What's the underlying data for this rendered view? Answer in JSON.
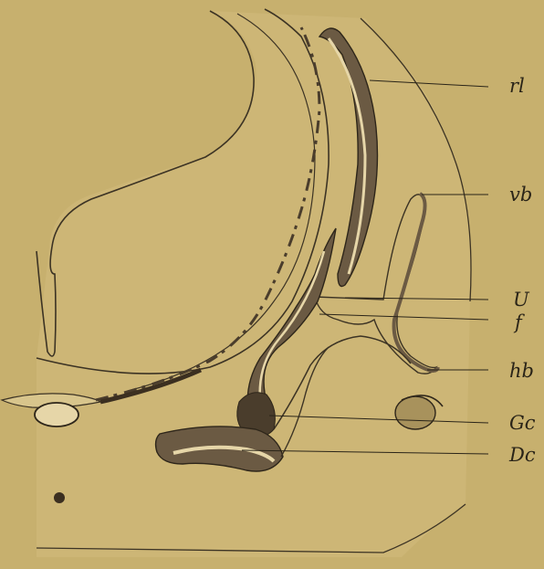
{
  "figure": {
    "colors": {
      "paper": "#c7b06e",
      "tissue": "#cdb676",
      "outline": "#3c3324",
      "epithelium": "#6b5a43",
      "lumen": "#e6d6a8",
      "ganglion": "#4a3d2c"
    },
    "labels": [
      {
        "id": "rl",
        "text": "rl"
      },
      {
        "id": "vb",
        "text": "vb"
      },
      {
        "id": "U",
        "text": "U"
      },
      {
        "id": "f",
        "text": "f"
      },
      {
        "id": "hb",
        "text": "hb"
      },
      {
        "id": "Gc",
        "text": "Gc"
      },
      {
        "id": "Dc",
        "text": "Dc"
      }
    ]
  }
}
